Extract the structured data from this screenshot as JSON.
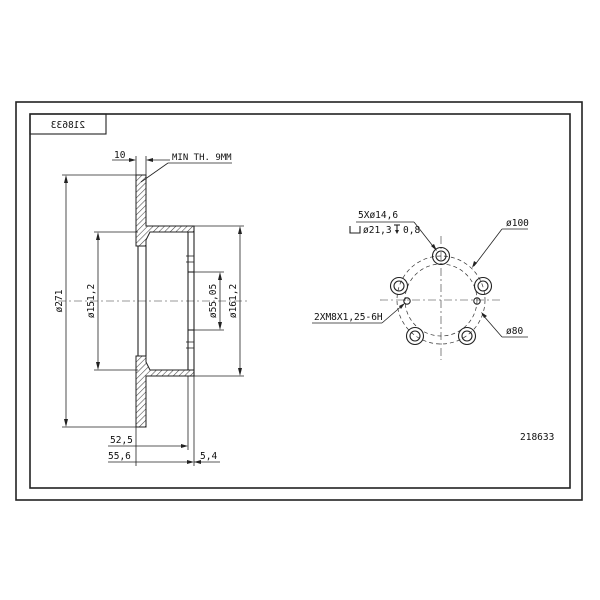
{
  "title_block": {
    "part_number_mirrored": "218633"
  },
  "side_view": {
    "min_thickness": "MIN TH. 9MM",
    "dim_10": "10",
    "dim_271": "ø271",
    "dim_151_2": "ø151,2",
    "dim_55_05": "ø55,05",
    "dim_161_2": "ø161,2",
    "dim_52_5": "52,5",
    "dim_55_6": "55,6",
    "dim_5_4": "5,4"
  },
  "front_view": {
    "holes_spec": "5Xø14,6",
    "counterbore_spec": "ø21,3",
    "counterbore_depth": "0,8",
    "thread_spec": "2XM8X1,25-6H",
    "dim_100": "ø100",
    "dim_80": "ø80"
  },
  "part_number": "218633",
  "colors": {
    "line": "#222222",
    "background": "#ffffff"
  }
}
